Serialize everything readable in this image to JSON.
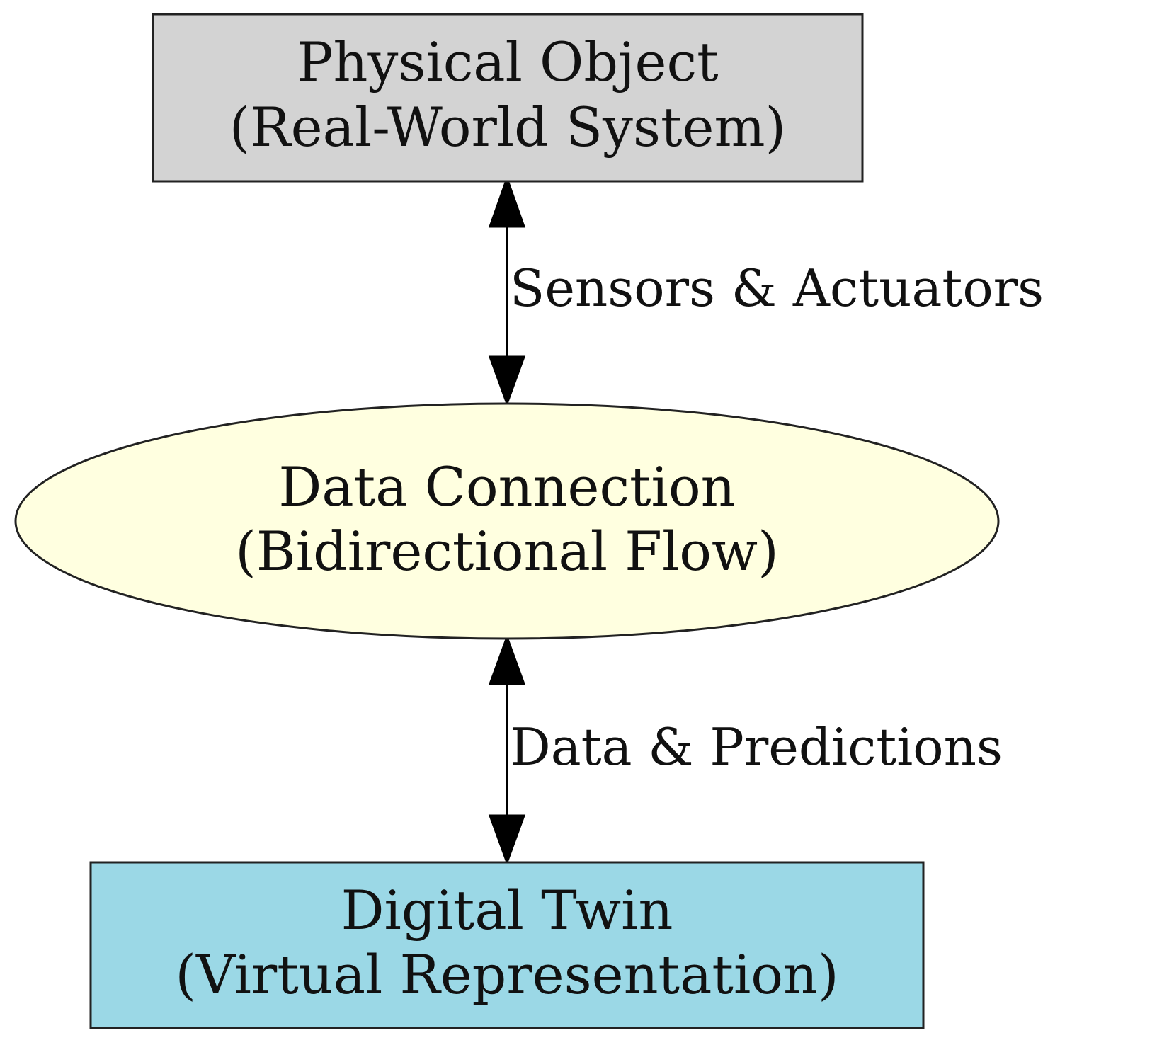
{
  "nodes": {
    "physical": {
      "line1": "Physical Object",
      "line2": "(Real-World System)",
      "fill": "#d3d3d3"
    },
    "connection": {
      "line1": "Data Connection",
      "line2": "(Bidirectional Flow)",
      "fill": "#ffffe0"
    },
    "digital": {
      "line1": "Digital Twin",
      "line2": "(Virtual Representation)",
      "fill": "#9bd8e6"
    }
  },
  "edges": {
    "physical_connection": {
      "label": "Sensors & Actuators",
      "direction": "bidirectional"
    },
    "connection_digital": {
      "label": "Data & Predictions",
      "direction": "bidirectional"
    }
  },
  "colors": {
    "stroke": "#222222",
    "arrow": "#000000",
    "text": "#111111"
  }
}
